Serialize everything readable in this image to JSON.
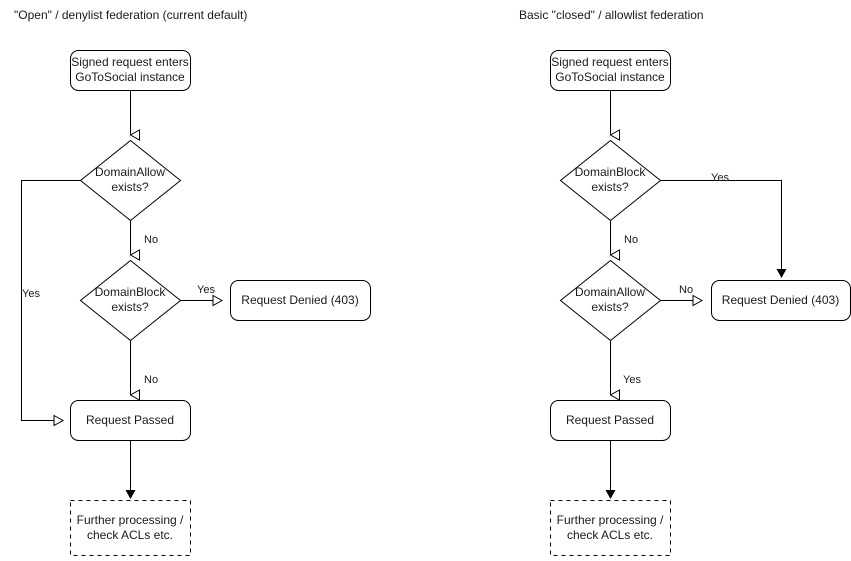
{
  "diagrams": [
    {
      "title": "\"Open\" / denylist federation (current default)",
      "nodes": {
        "entry": "Signed request enters\nGoToSocial instance",
        "decision1": "DomainAllow\nexists?",
        "decision2": "DomainBlock\nexists?",
        "denied": "Request Denied (403)",
        "passed": "Request Passed",
        "further": "Further processing /\ncheck ACLs etc."
      },
      "edge_labels": {
        "allow_yes": "Yes",
        "allow_no": "No",
        "block_yes": "Yes",
        "block_no": "No"
      }
    },
    {
      "title": "Basic \"closed\" / allowlist federation",
      "nodes": {
        "entry": "Signed request enters\nGoToSocial instance",
        "decision1": "DomainBlock\nexists?",
        "decision2": "DomainAllow\nexists?",
        "denied": "Request Denied (403)",
        "passed": "Request Passed",
        "further": "Further processing /\ncheck ACLs etc."
      },
      "edge_labels": {
        "block_yes": "Yes",
        "block_no": "No",
        "allow_no": "No",
        "allow_yes": "Yes"
      }
    }
  ],
  "style": {
    "stroke": "#000000",
    "text": "#1a1a1a",
    "fill": "#ffffff",
    "background": "#ffffff"
  }
}
